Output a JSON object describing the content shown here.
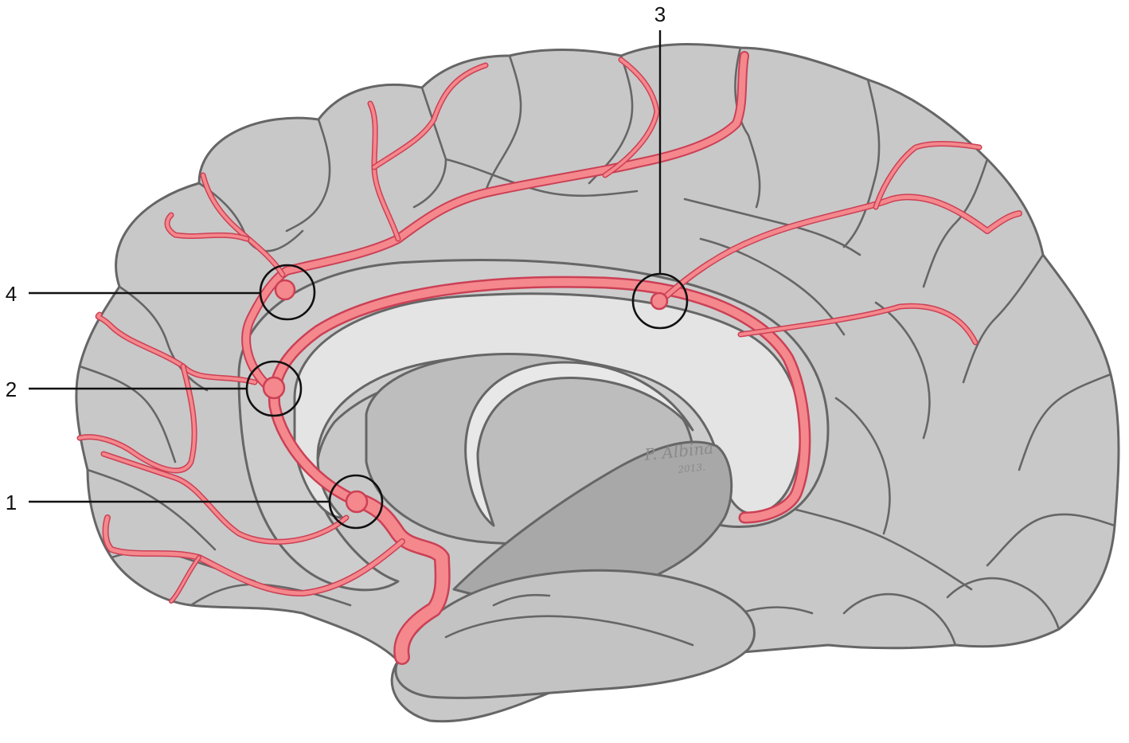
{
  "figure": {
    "labels": [
      "1",
      "2",
      "3",
      "4"
    ],
    "signature": {
      "name": "P. Albina",
      "year": "2013."
    },
    "colors": {
      "cortex": "#c8c8c8",
      "outline": "#666666",
      "corpus_callosum": "#e4e4e4",
      "thalamus": "#b4b4b4",
      "brainstem": "#a8a8a8",
      "artery_fill": "#f4888d",
      "artery_edge": "#cc4055",
      "marker": "#111111"
    }
  }
}
